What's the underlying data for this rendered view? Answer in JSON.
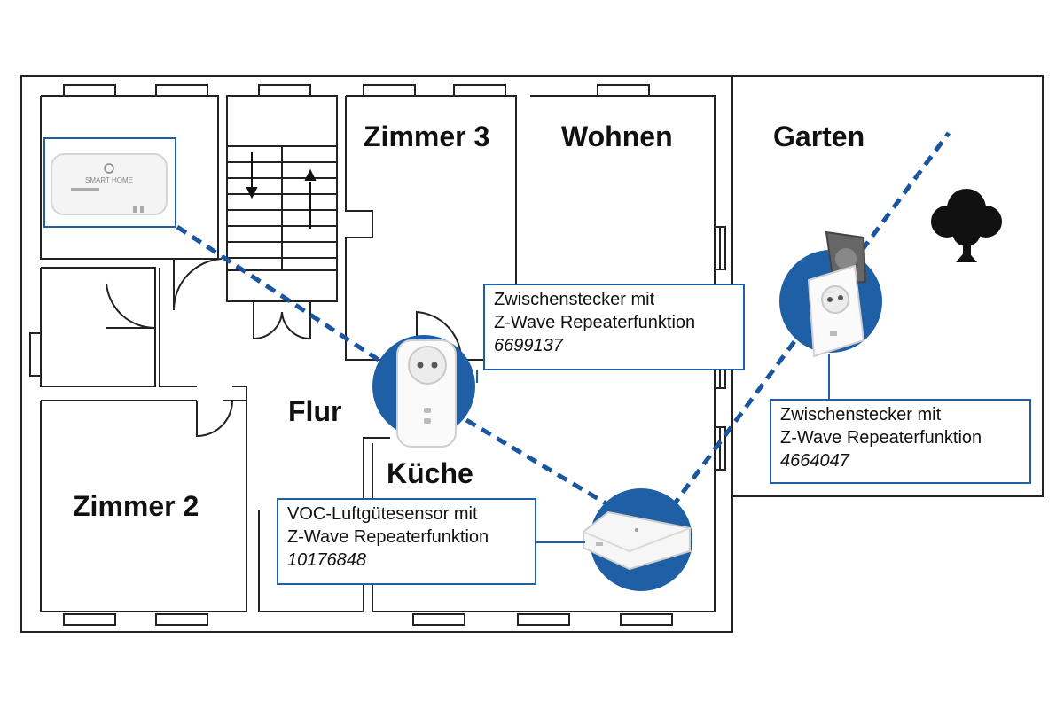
{
  "rooms": {
    "zimmer3": "Zimmer 3",
    "wohnen": "Wohnen",
    "garten": "Garten",
    "flur": "Flur",
    "kueche": "Küche",
    "zimmer2": "Zimmer 2"
  },
  "devices": {
    "hub_label": "SMART HOME",
    "plug_inside": {
      "line1": "Zwischenstecker mit",
      "line2": "Z-Wave Repeaterfunktion",
      "article": "6699137"
    },
    "plug_garden": {
      "line1": "Zwischenstecker mit",
      "line2": "Z-Wave Repeaterfunktion",
      "article": "4664047"
    },
    "voc_sensor": {
      "line1": "VOC-Luftgütesensor mit",
      "line2": "Z-Wave Repeaterfunktion",
      "article": "10176848"
    }
  },
  "colors": {
    "accent": "#1f5fa6",
    "wall": "#222222",
    "signal": "#1a56a0"
  }
}
